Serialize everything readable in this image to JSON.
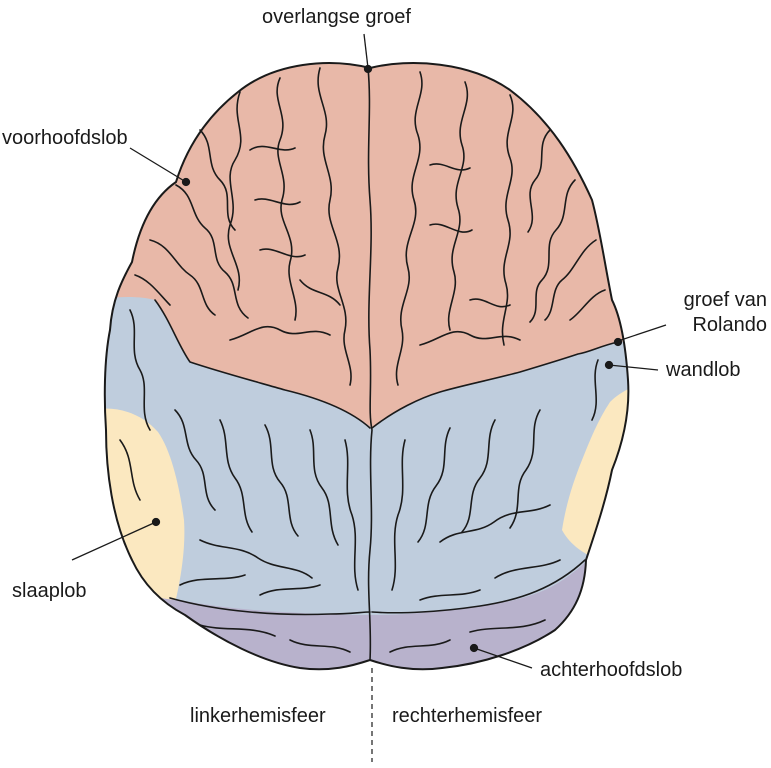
{
  "labels": {
    "longitudinal_fissure": "overlangse groef",
    "frontal_lobe": "voorhoofdslob",
    "central_sulcus_line1": "groef van",
    "central_sulcus_line2": "Rolando",
    "parietal_lobe": "wandlob",
    "temporal_lobe": "slaaplob",
    "occipital_lobe": "achterhoofdslob",
    "left_hemisphere": "linkerhemisfeer",
    "right_hemisphere": "rechterhemisfeer"
  },
  "colors": {
    "frontal": "#e8b8a8",
    "parietal": "#bfcddd",
    "temporal": "#fbe8c0",
    "occipital": "#b8b2cc",
    "outline": "#1a1a1a"
  }
}
